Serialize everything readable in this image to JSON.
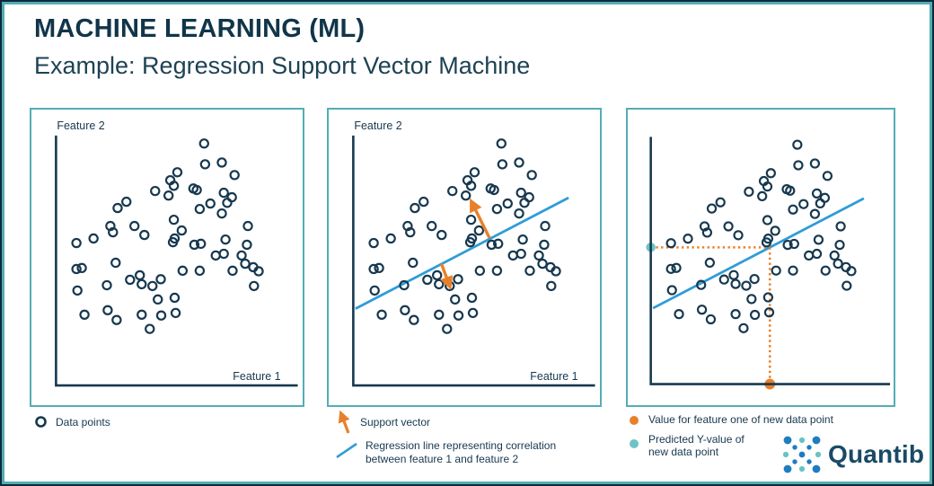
{
  "header": {
    "title": "MACHINE LEARNING (ML)",
    "subtitle": "Example: Regression Support Vector Machine"
  },
  "colors": {
    "navy": "#16384f",
    "panel_border": "#53adb5",
    "regression_blue": "#2f9cd8",
    "orange": "#e8802a",
    "teal": "#6cc4c6",
    "logo_blue": "#1e7dc0",
    "logo_teal": "#66c3c5",
    "logo_text_color": "#1a4a66"
  },
  "chart_data": {
    "type": "scatter",
    "xlabel": "Feature 1",
    "ylabel": "Feature 2",
    "axis_range": [
      0,
      100
    ],
    "note": "points are [x, y-from-top] in percent of plot area; same scatter repeated in all three panels",
    "points": [
      [
        60.8,
        3.2
      ],
      [
        61.2,
        11.5
      ],
      [
        68.1,
        10.8
      ],
      [
        73.3,
        15.8
      ],
      [
        49.8,
        14.7
      ],
      [
        46.9,
        17.9
      ],
      [
        48.4,
        20.1
      ],
      [
        40.7,
        22.2
      ],
      [
        46.2,
        24.0
      ],
      [
        56.4,
        21.2
      ],
      [
        57.8,
        21.8
      ],
      [
        68.9,
        22.9
      ],
      [
        72.2,
        24.7
      ],
      [
        63.4,
        27.2
      ],
      [
        59.0,
        29.4
      ],
      [
        68.1,
        31.2
      ],
      [
        70.3,
        26.9
      ],
      [
        28.9,
        26.5
      ],
      [
        25.3,
        29.0
      ],
      [
        48.4,
        33.7
      ],
      [
        22.3,
        36.2
      ],
      [
        23.4,
        38.7
      ],
      [
        32.2,
        36.2
      ],
      [
        36.3,
        39.8
      ],
      [
        51.6,
        38.0
      ],
      [
        48.7,
        41.2
      ],
      [
        78.8,
        36.2
      ],
      [
        8.4,
        43.0
      ],
      [
        15.4,
        41.2
      ],
      [
        48.0,
        42.7
      ],
      [
        56.8,
        43.7
      ],
      [
        59.5,
        43.3
      ],
      [
        69.6,
        41.6
      ],
      [
        78.4,
        43.7
      ],
      [
        65.6,
        48.0
      ],
      [
        68.9,
        47.3
      ],
      [
        76.2,
        48.0
      ],
      [
        77.7,
        51.3
      ],
      [
        8.4,
        53.4
      ],
      [
        10.6,
        53.0
      ],
      [
        24.5,
        50.9
      ],
      [
        52.0,
        54.1
      ],
      [
        59.0,
        54.1
      ],
      [
        72.5,
        54.1
      ],
      [
        81.0,
        52.7
      ],
      [
        83.2,
        54.3
      ],
      [
        30.4,
        57.7
      ],
      [
        34.4,
        55.9
      ],
      [
        35.2,
        59.5
      ],
      [
        39.6,
        60.2
      ],
      [
        20.9,
        59.9
      ],
      [
        8.8,
        62.0
      ],
      [
        81.3,
        60.2
      ],
      [
        43.0,
        57.5
      ],
      [
        41.8,
        65.6
      ],
      [
        48.7,
        64.9
      ],
      [
        21.2,
        69.9
      ],
      [
        24.9,
        73.8
      ],
      [
        11.7,
        71.7
      ],
      [
        35.2,
        71.7
      ],
      [
        43.2,
        72.0
      ],
      [
        49.1,
        71.0
      ],
      [
        38.5,
        77.4
      ]
    ],
    "regression_line": {
      "x1": 0.9,
      "y1": 69.3,
      "x2": 88.4,
      "y2": 24.9
    },
    "support_vectors": [
      {
        "from": [
          56.0,
          41.1
        ],
        "to": [
          48.7,
          26.8
        ]
      },
      {
        "from": [
          36.2,
          51.3
        ],
        "to": [
          39.5,
          60.0
        ]
      }
    ],
    "new_point": {
      "x": 49.4,
      "predicted_y": 44.7
    }
  },
  "panels": [
    {
      "name": "data-points",
      "y_label": "Feature 2",
      "x_label": "Feature 1",
      "show_axis_labels": true,
      "show_regression_line": false,
      "show_support_vectors": false,
      "show_projection": false
    },
    {
      "name": "regression-svm",
      "y_label": "Feature 2",
      "x_label": "Feature 1",
      "show_axis_labels": true,
      "show_regression_line": true,
      "show_support_vectors": true,
      "show_projection": false
    },
    {
      "name": "prediction",
      "y_label": "",
      "x_label": "",
      "show_axis_labels": false,
      "show_regression_line": true,
      "show_support_vectors": false,
      "show_projection": true
    }
  ],
  "legends": {
    "data_points": {
      "label": "Data points"
    },
    "support_vector": {
      "label": "Support vector"
    },
    "regression_line": {
      "line1": "Regression line representing correlation",
      "line2": "between feature 1 and feature 2"
    },
    "new_point_x": {
      "label": "Value for feature one of new data point"
    },
    "predicted_y": {
      "line1": "Predicted Y-value of",
      "line2": "new data point"
    }
  },
  "logo": {
    "text": "Quantib"
  }
}
